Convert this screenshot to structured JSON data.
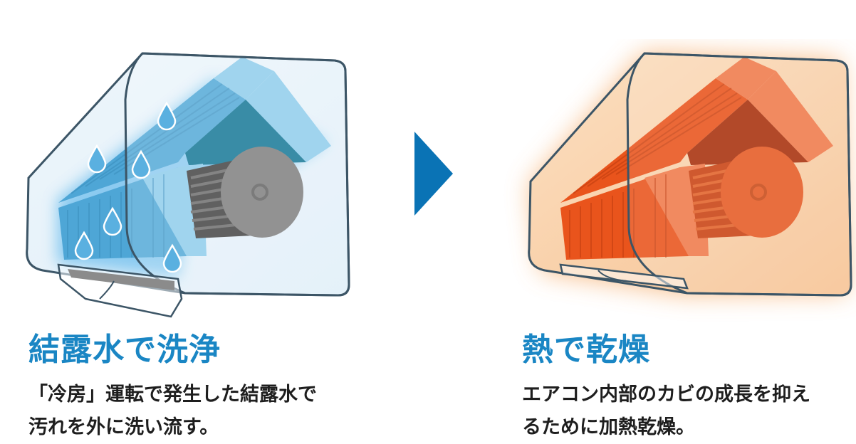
{
  "left": {
    "title": "結露水で洗浄",
    "desc_line1": "「冷房」運転で発生した結露水で",
    "desc_line2": "汚れを外に洗い流す。",
    "colors": {
      "fin": "#4ea6d6",
      "fin_light": "#8ccbeb",
      "glow": "#7cc4ef",
      "drop": "#5ab0e0"
    }
  },
  "right": {
    "title": "熱で乾燥",
    "desc_line1": "エアコン内部のカビの成長を抑え",
    "desc_line2": "るために加熱乾燥。",
    "colors": {
      "fin": "#e9541c",
      "fin_light": "#f07a4a",
      "glow": "#f5a35a"
    }
  },
  "arrow": {
    "color": "#0a73b5",
    "icon": "triangle-right-icon"
  },
  "accent": "#1a86c4"
}
